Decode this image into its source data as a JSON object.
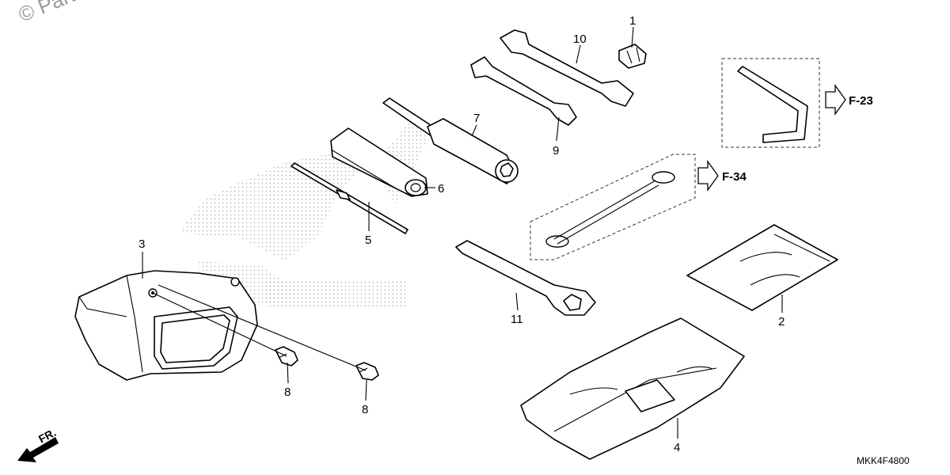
{
  "watermark": "© Parts",
  "diagram_code": "MKK4F4800",
  "direction_label": "FR.",
  "references": [
    {
      "id": "ref-f23",
      "text": "F-23"
    },
    {
      "id": "ref-f34",
      "text": "F-34"
    }
  ],
  "callouts": [
    {
      "id": "callout-1",
      "text": "1"
    },
    {
      "id": "callout-2",
      "text": "2"
    },
    {
      "id": "callout-3",
      "text": "3"
    },
    {
      "id": "callout-4",
      "text": "4"
    },
    {
      "id": "callout-5",
      "text": "5"
    },
    {
      "id": "callout-6",
      "text": "6"
    },
    {
      "id": "callout-7",
      "text": "7"
    },
    {
      "id": "callout-8a",
      "text": "8"
    },
    {
      "id": "callout-8b",
      "text": "8"
    },
    {
      "id": "callout-9",
      "text": "9"
    },
    {
      "id": "callout-10",
      "text": "10"
    },
    {
      "id": "callout-11",
      "text": "11"
    }
  ]
}
